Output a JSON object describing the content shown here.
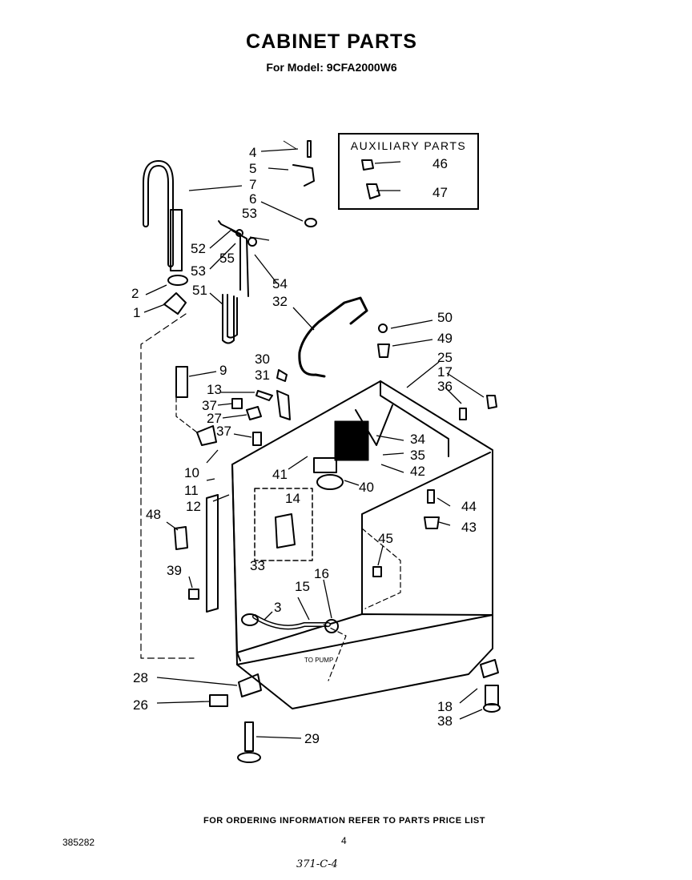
{
  "header": {
    "title": "CABINET PARTS",
    "subtitle": "For Model: 9CFA2000W6"
  },
  "auxiliary": {
    "title": "AUXILIARY PARTS",
    "items": [
      "46",
      "47"
    ]
  },
  "diagram": {
    "to_pump_label": "TO PUMP",
    "callouts": [
      "4",
      "5",
      "7",
      "6",
      "53",
      "52",
      "55",
      "53",
      "54",
      "2",
      "51",
      "1",
      "32",
      "50",
      "49",
      "25",
      "17",
      "36",
      "9",
      "30",
      "31",
      "13",
      "37",
      "27",
      "37",
      "34",
      "35",
      "42",
      "10",
      "41",
      "40",
      "11",
      "14",
      "44",
      "12",
      "48",
      "43",
      "45",
      "33",
      "16",
      "15",
      "3",
      "39",
      "28",
      "26",
      "18",
      "38",
      "29"
    ]
  },
  "footer": {
    "note": "FOR ORDERING INFORMATION REFER TO PARTS PRICE LIST",
    "doc_number": "385282",
    "page_number": "4",
    "handwritten": "371-C-4"
  }
}
